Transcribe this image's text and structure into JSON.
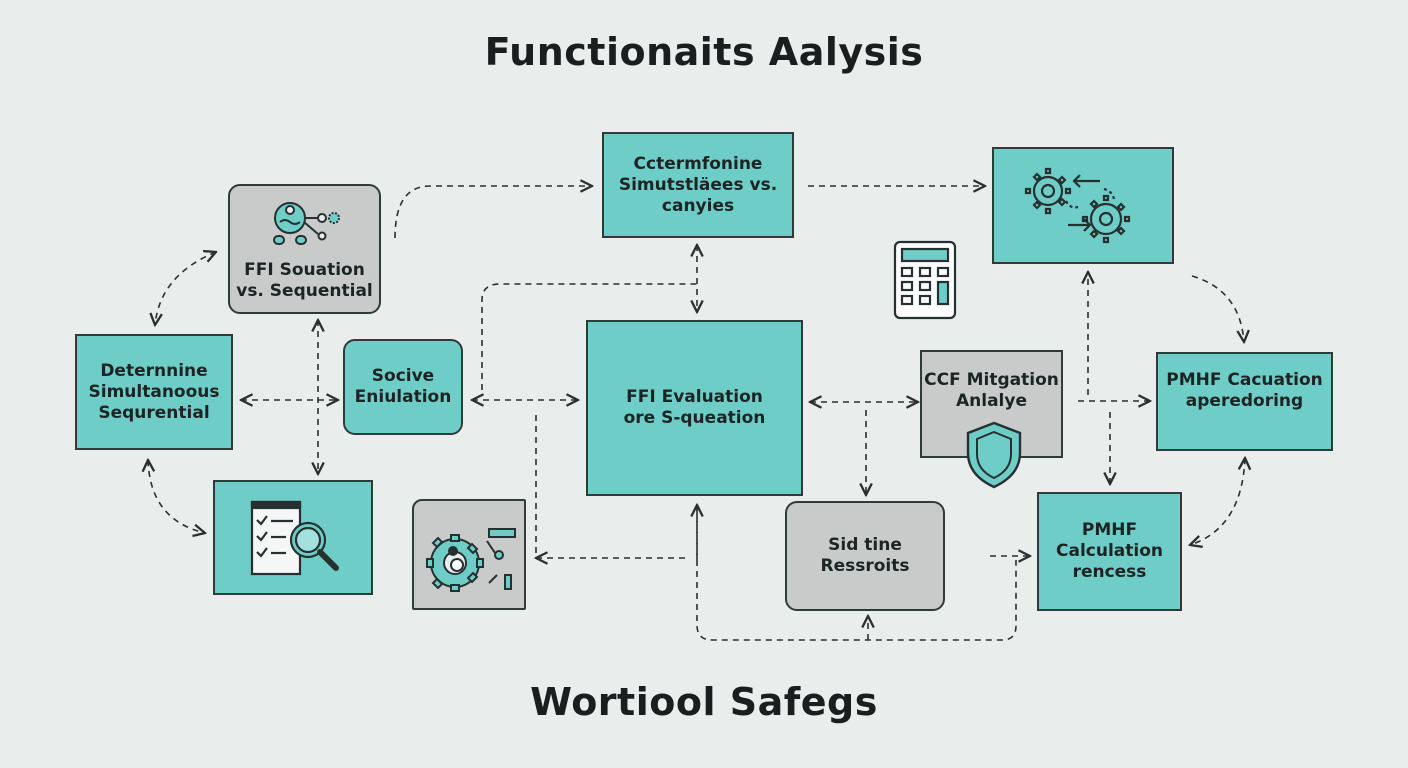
{
  "diagram": {
    "title": "Functionaits Aalysis",
    "footer": "Wortiool Safegs",
    "nodes": {
      "determine_top": [
        "Cctermfonine",
        "Simutstläees vs.",
        "canyies"
      ],
      "ffi_situation": [
        "FFI Souation",
        "vs. Sequential"
      ],
      "determine_left": [
        "Deternnine",
        "Simultanoous",
        "Sequrential"
      ],
      "socive": [
        "Socive",
        "Eniulation"
      ],
      "ffi_evaluation": [
        "FFI Evaluation",
        "ore S-queation"
      ],
      "ccf_mitigation": [
        "CCF Mitgation",
        "Anlalye"
      ],
      "pmhf_top": [
        "PMHF Cacuation",
        "aperedoring"
      ],
      "pmhf_bottom": [
        "PMHF",
        "Calculation",
        "rencess"
      ],
      "sid_tine": [
        "Sid tine",
        "Ressroits"
      ]
    }
  },
  "colors": {
    "teal": "#6fcdc8",
    "gray": "#c9cbcb",
    "outline": "#2f3a39",
    "background": "#e9eeed"
  },
  "icons": [
    "persona-network-icon",
    "gears-exchange-icon",
    "calculator-icon",
    "checklist-magnifier-icon",
    "gear-tools-icon",
    "shield-icon"
  ]
}
